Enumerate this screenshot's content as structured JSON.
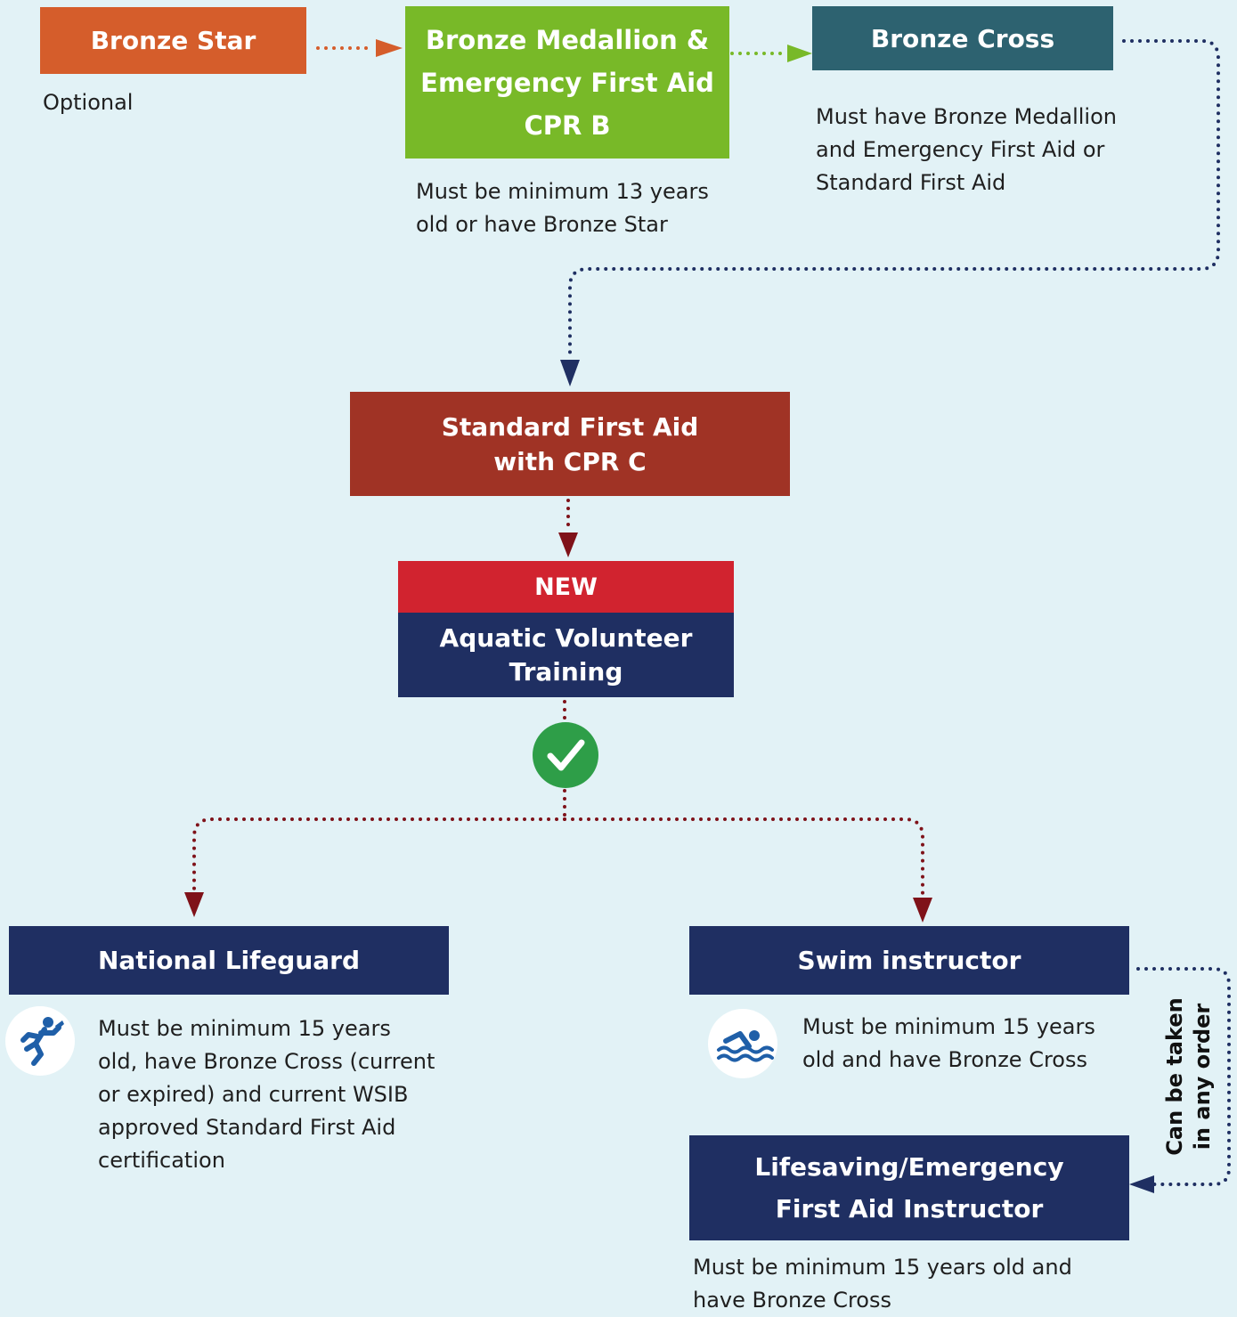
{
  "nodes": {
    "bronze_star": {
      "label": "Bronze Star",
      "note": "Optional"
    },
    "bronze_medallion": {
      "label": "Bronze Medallion &\nEmergency First Aid\nCPR B",
      "note": "Must be minimum 13 years\nold or have Bronze Star"
    },
    "bronze_cross": {
      "label": "Bronze Cross",
      "note": "Must have Bronze Medallion\nand Emergency First Aid or\nStandard First Aid"
    },
    "standard_first_aid": {
      "label": "Standard First Aid\nwith CPR C"
    },
    "aquatic_volunteer": {
      "badge": "NEW",
      "label": "Aquatic Volunteer\nTraining"
    },
    "national_lifeguard": {
      "label": "National Lifeguard",
      "note": "Must be minimum 15 years\nold, have Bronze Cross (current\nor expired) and current WSIB\napproved Standard First Aid\ncertification"
    },
    "swim_instructor": {
      "label": "Swim instructor",
      "note": "Must be minimum 15 years\nold and have Bronze Cross"
    },
    "lifesaving_instructor": {
      "label": "Lifesaving/Emergency\nFirst Aid Instructor",
      "note": "Must be minimum 15 years old and\nhave Bronze Cross"
    }
  },
  "side_note": "Can be taken\nin any order",
  "icons": {
    "lifeguard": "lifeguard-running-icon",
    "swim": "swimmer-icon",
    "check": "checkmark-icon"
  },
  "colors": {
    "background": "#e2f2f6",
    "bronze_star": "#d55d2b",
    "bronze_medallion": "#78b928",
    "bronze_cross": "#2d6270",
    "standard_first_aid": "#a03325",
    "new_badge": "#d1232f",
    "navy": "#1f2f62",
    "check": "#2e9e48",
    "arrow_orange": "#d55d2b",
    "arrow_green": "#78b928",
    "arrow_navy": "#1f2f62",
    "arrow_maroon": "#7f1219"
  }
}
